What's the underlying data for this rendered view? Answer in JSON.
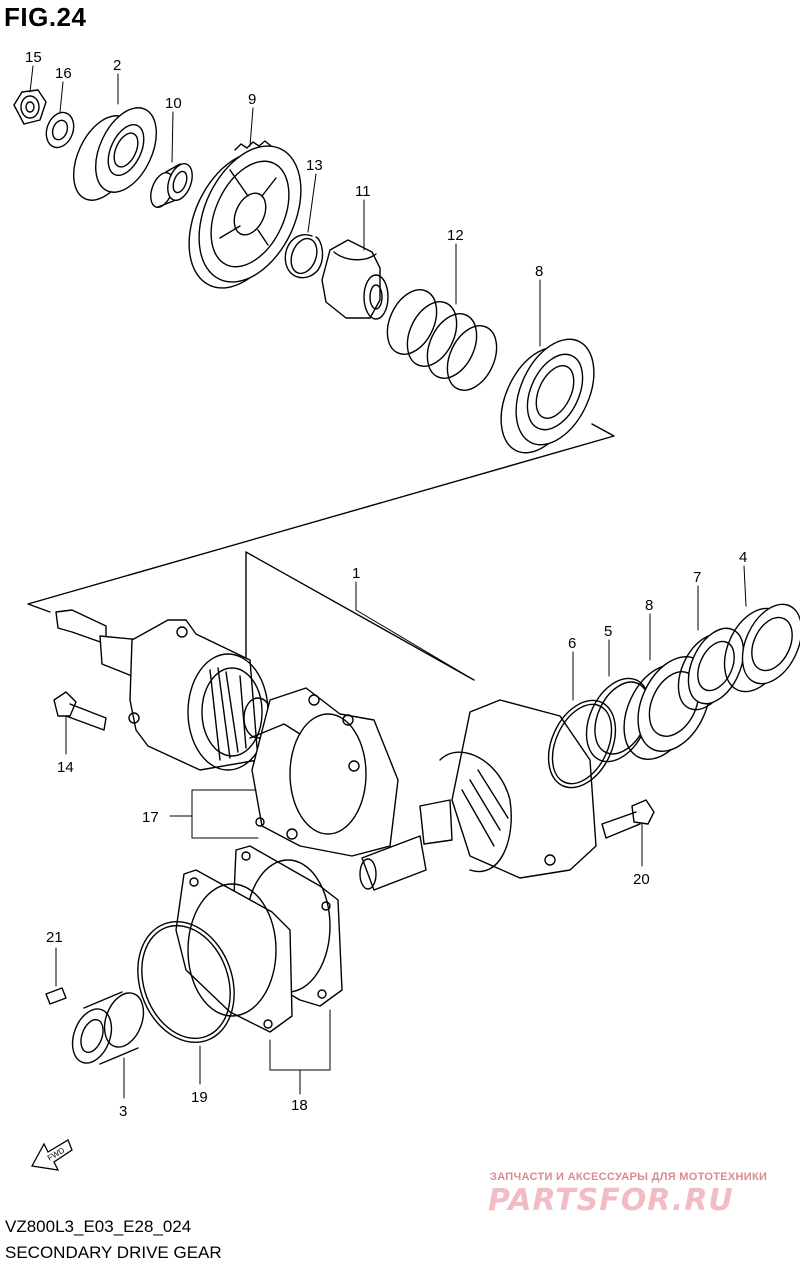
{
  "figure": {
    "title": "FIG.24"
  },
  "callouts": {
    "c1": "1",
    "c2": "2",
    "c3": "3",
    "c4": "4",
    "c5": "5",
    "c6": "6",
    "c7": "7",
    "c8a": "8",
    "c8b": "8",
    "c9": "9",
    "c10": "10",
    "c11": "11",
    "c12": "12",
    "c13": "13",
    "c14": "14",
    "c15": "15",
    "c16": "16",
    "c17": "17",
    "c18": "18",
    "c19": "19",
    "c20": "20",
    "c21": "21"
  },
  "fwd_label": "FWD",
  "footer": {
    "code": "VZ800L3_E03_E28_024",
    "name": "SECONDARY DRIVE GEAR"
  },
  "watermark": {
    "tagline": "ЗАПЧАСТИ И АКСЕССУАРЫ ДЛЯ МОТОТЕХНИКИ",
    "logo": "PARTSFOR.RU"
  }
}
